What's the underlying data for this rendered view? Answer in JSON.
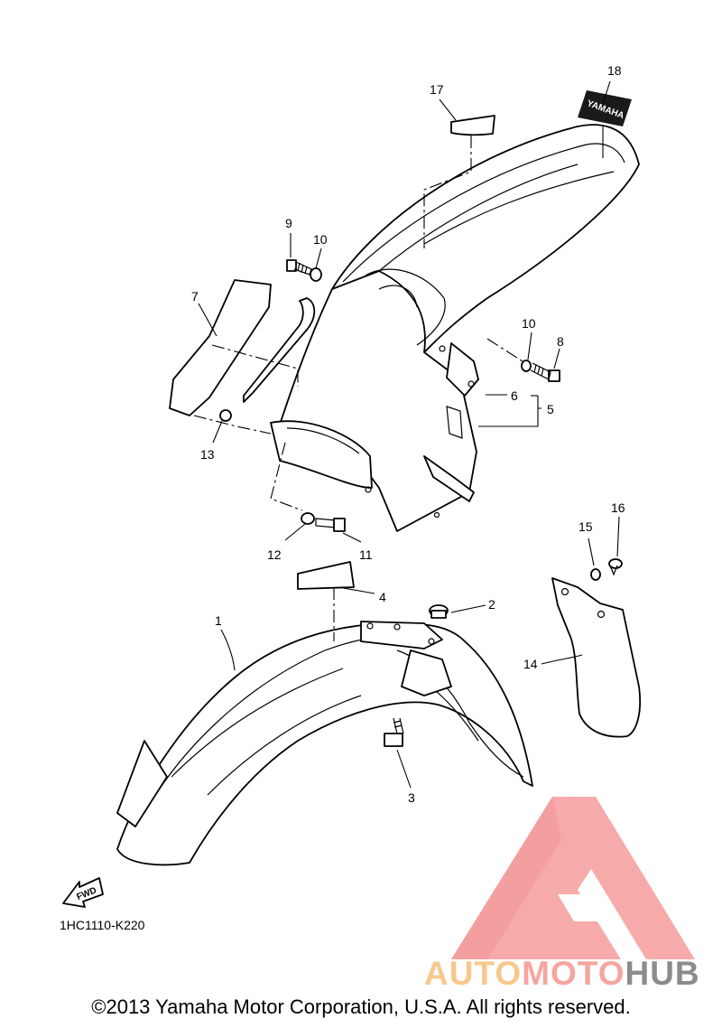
{
  "diagram": {
    "callouts": [
      "1",
      "2",
      "3",
      "4",
      "5",
      "6",
      "7",
      "8",
      "9",
      "10",
      "10",
      "11",
      "12",
      "13",
      "14",
      "15",
      "16",
      "17",
      "18"
    ],
    "decal_brand": "YAMAHA",
    "fwd_label": "FWD",
    "drawing_code": "1HC1110-K220"
  },
  "watermark": {
    "part1": "AUTO",
    "part2": "MOTO",
    "part3": "HUB",
    "colors": {
      "auto": "#f7c88c",
      "moto": "#f6a5a0",
      "hub": "#8c8c8c",
      "logo": "#f7a6a6"
    }
  },
  "footer": {
    "copyright": "©2013 Yamaha Motor Corporation, U.S.A. All rights reserved."
  }
}
